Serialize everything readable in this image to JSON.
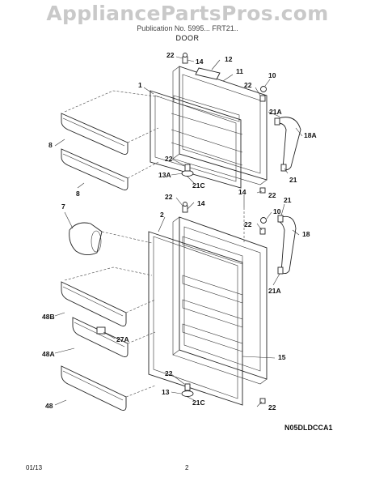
{
  "watermark": "AppliancePartsPros.com",
  "header": {
    "line": "Publication No. 5995... FRT21.. ",
    "section_title": "DOOR"
  },
  "callouts": {
    "c22a": "22",
    "c14a": "14",
    "c12": "12",
    "c11": "11",
    "c1": "1",
    "c10a": "10",
    "c22b": "22",
    "c21a_top": "21A",
    "c18a": "18A",
    "c8a": "8",
    "c22c": "22",
    "c13a": "13A",
    "c21c_top": "21C",
    "c21_top": "21",
    "c22d": "22",
    "c8b": "8",
    "c22e": "22",
    "c14b": "14",
    "c14c": "14",
    "c21_mid": "21",
    "c10b": "10",
    "c7": "7",
    "c2": "2",
    "c22f": "22",
    "c18": "18",
    "c21a_mid": "21A",
    "c48b": "48B",
    "c27a": "27A",
    "c48a": "48A",
    "c15": "15",
    "c48": "48",
    "c22g": "22",
    "c13": "13",
    "c21c_bot": "21C",
    "c22h": "22"
  },
  "ref_code": "N05DLDCCA1",
  "footer": {
    "date": "01/13",
    "page": "2"
  }
}
